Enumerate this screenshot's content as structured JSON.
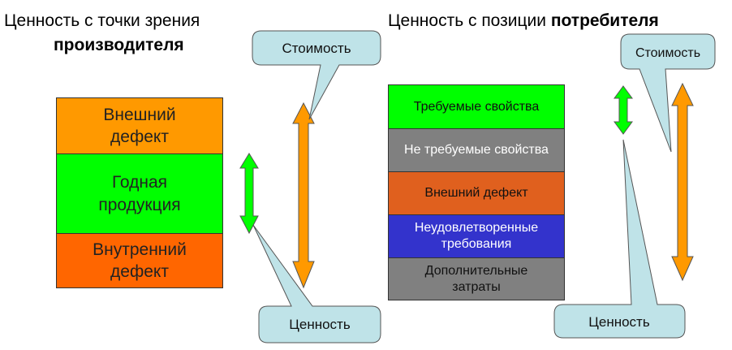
{
  "left": {
    "title_line1": "Ценность с точки зрения",
    "title_line2": "производителя",
    "blocks": [
      {
        "label": "Внешний\nдефект",
        "color": "#FF9900"
      },
      {
        "label": "Годная\nпродукция",
        "color": "#00FF00"
      },
      {
        "label": "Внутренний\nдефект",
        "color": "#FF6600"
      }
    ],
    "callout_cost": "Стоимость",
    "callout_value": "Ценность"
  },
  "right": {
    "title_normal": "Ценность с позиции ",
    "title_bold": "потребителя",
    "blocks": [
      {
        "label": "Требуемые свойства",
        "color": "#00FF00"
      },
      {
        "label": "Не требуемые свойства",
        "color": "#808080"
      },
      {
        "label": "Внешний дефект",
        "color": "#E0601E"
      },
      {
        "label": "Неудовлетворенные\nтребования",
        "color": "#3333CC"
      },
      {
        "label": "Дополнительные\nзатраты",
        "color": "#808080"
      }
    ],
    "callout_cost": "Стоимость",
    "callout_value": "Ценность"
  },
  "colors": {
    "callout_fill": "#BFE3E8",
    "orange_arrow": "#FF9900",
    "green_arrow": "#00FF00"
  }
}
